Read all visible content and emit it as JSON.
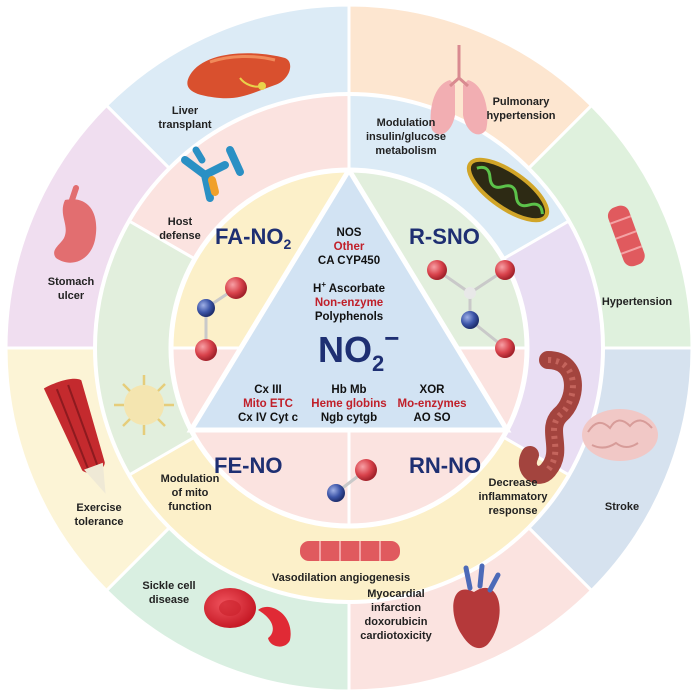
{
  "center": {
    "formula_main": "NO",
    "formula_sub": "2",
    "formula_sup": "−",
    "top_block": {
      "line1": "NOS",
      "line2": "Other",
      "line3": "CA CYP450"
    },
    "mid_block": {
      "line1_sup": "+",
      "line1a": "H",
      "line1b": " Ascorbate",
      "line2": "Non-enzyme",
      "line3": "Polyphenols"
    },
    "left_block": {
      "line1": "Cx III",
      "line2": "Mito ETC",
      "line3": "Cx IV  Cyt c"
    },
    "middle_block": {
      "line1": "Hb Mb",
      "line2": "Heme globins",
      "line3": "Ngb cytgb"
    },
    "right_block": {
      "line1": "XOR",
      "line2": "Mo-enzymes",
      "line3": "AO  SO"
    }
  },
  "species": {
    "fa_no2_main": "FA-NO",
    "fa_no2_sub": "2",
    "r_sno": "R-SNO",
    "fe_no": "FE-NO",
    "rn_no": "RN-NO"
  },
  "middle_ring": {
    "host_defense": [
      "Host",
      "defense"
    ],
    "modulation_insulin": [
      "Modulation",
      "insulin/glucose",
      "metabolism"
    ],
    "decrease_inflammatory": [
      "Decrease",
      "inflammatory",
      "response"
    ],
    "vasodilation": [
      "Vasodilation angiogenesis"
    ],
    "modulation_mito": [
      "Modulation",
      "of mito",
      "function"
    ]
  },
  "outer_ring": {
    "liver": [
      "Liver",
      "transplant"
    ],
    "pulmonary": [
      "Pulmonary",
      "hypertension"
    ],
    "hypertension": [
      "Hypertension"
    ],
    "stroke": [
      "Stroke"
    ],
    "myocardial": [
      "Myocardial",
      "infarction",
      "doxorubicin",
      "cardiotoxicity"
    ],
    "sickle": [
      "Sickle cell",
      "disease"
    ],
    "exercise": [
      "Exercise",
      "tolerance"
    ],
    "stomach": [
      "Stomach",
      "ulcer"
    ]
  },
  "colors": {
    "outer_blue": "#dcebf6",
    "outer_orange": "#fde6d0",
    "outer_green": "#dff1dd",
    "outer_steel": "#d6e2ef",
    "outer_pink": "#fbe3e0",
    "outer_mint": "#d9efe1",
    "outer_yellow": "#fcf4d6",
    "outer_lilac": "#f0def0",
    "title_navy": "#1e2f72",
    "accent_red": "#c0202a",
    "triangle_fill": "#d2e3f3"
  },
  "icons": [
    "liver-icon",
    "lungs-icon",
    "blood-vessel-icon",
    "brain-icon",
    "heart-icon",
    "red-blood-cell-icon",
    "muscle-icon",
    "stomach-icon",
    "bacteria-icon",
    "mitochondria-icon",
    "intestine-icon",
    "macrophage-icon",
    "molecule-icon"
  ]
}
